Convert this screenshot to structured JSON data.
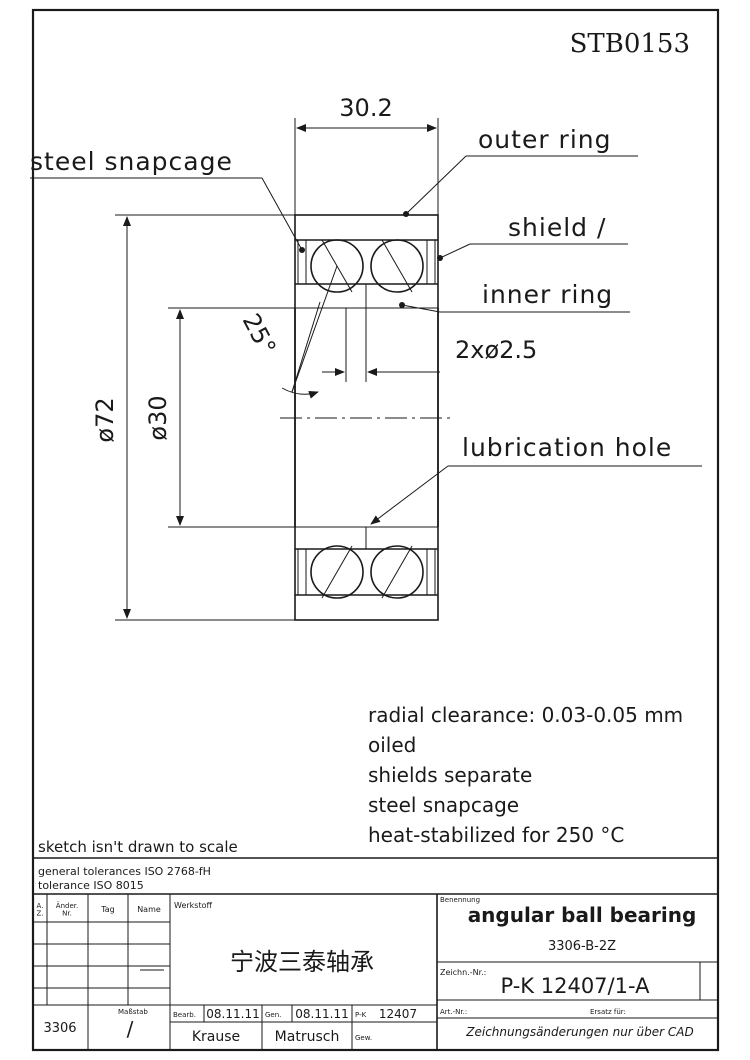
{
  "document_id": "STB0153",
  "dimensions": {
    "width": "30.2",
    "outer_diameter": "ø72",
    "bore_diameter": "ø30",
    "contact_angle": "25°",
    "hole_spec": "2xø2.5"
  },
  "callouts": {
    "snapcage": "steel snapcage",
    "outer_ring": "outer ring",
    "shield": "shield /",
    "inner_ring": "inner ring",
    "lubrication_hole": "lubrication hole"
  },
  "notes": [
    "radial clearance: 0.03-0.05 mm",
    "oiled",
    "shields separate",
    "steel snapcage",
    "heat-stabilized for 250 °C"
  ],
  "scale_note": "sketch isn't drawn to scale",
  "title_block": {
    "tolerances_general": "general tolerances ISO 2768-fH",
    "tolerances_specific": "tolerance ISO 8015",
    "col_a": "A.\nZ.",
    "col_aender": "Änder.\nNr.",
    "col_tag": "Tag",
    "col_name": "Name",
    "col_werkstoff": "Werkstoff",
    "benennung_label": "Benennung",
    "title": "angular ball bearing",
    "subtitle": "3306-B-2Z",
    "company_cn": "宁波三泰轴承",
    "zeichn_label": "Zeichn.-Nr.:",
    "drawing_number": "P-K 12407/1-A",
    "part": "3306",
    "massstab_label": "Maßstab",
    "massstab": "/",
    "bearb_label": "Bearb.",
    "bearb_date": "08.11.11",
    "gen_label": "Gen.",
    "gen_date": "08.11.11",
    "pk_label": "P-K",
    "pk_number": "12407",
    "bearb_name": "Krause",
    "gen_name": "Matrusch",
    "gew_label": "Gew.",
    "art_label": "Art.-Nr.:",
    "ersatz_label": "Ersatz für:",
    "change_note": "Zeichnungsänderungen nur über CAD"
  },
  "colors": {
    "ink": "#1a1a1a",
    "paper": "#ffffff"
  }
}
